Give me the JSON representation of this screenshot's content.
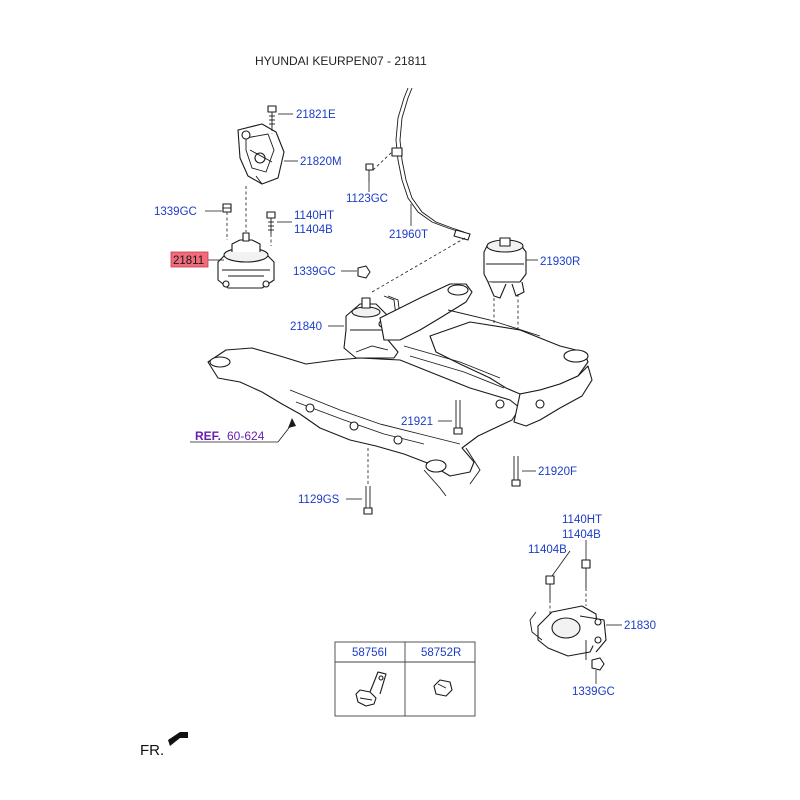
{
  "header": {
    "title": "HYUNDAI KEURPEN07 - 21811"
  },
  "labels": {
    "p21821E": "21821E",
    "p21820M": "21820M",
    "p1339GC_a": "1339GC",
    "p1140HT_a": "1140HT",
    "p11404B_a": "11404B",
    "p21811": "21811",
    "p1339GC_b": "1339GC",
    "p1123GC": "1123GC",
    "p21960T": "21960T",
    "p21930R": "21930R",
    "p21840": "21840",
    "p21921": "21921",
    "p21920F": "21920F",
    "p1129GS": "1129GS",
    "p1140HT_b": "1140HT",
    "p11404B_b": "11404B",
    "p11404B_c": "11404B",
    "p21830": "21830",
    "p1339GC_c": "1339GC"
  },
  "reference": {
    "prefix": "REF.",
    "number": "60-624"
  },
  "parts_box": {
    "col1": "58756I",
    "col2": "58752R"
  },
  "direction": {
    "label": "FR."
  },
  "colors": {
    "label_blue": "#1a3cc8",
    "highlight_fill": "#f26b7a",
    "ref_purple": "#6a1fb0"
  }
}
